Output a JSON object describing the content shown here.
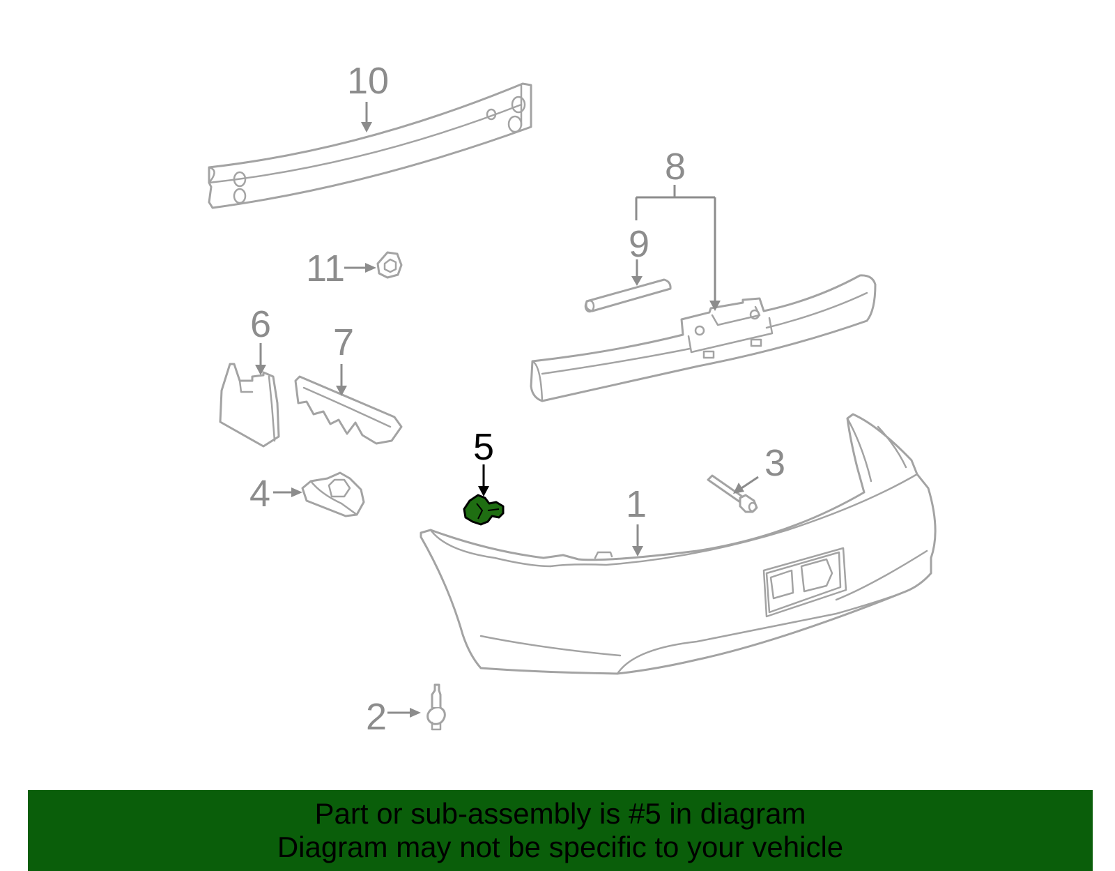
{
  "callouts": {
    "c1": "1",
    "c2": "2",
    "c3": "3",
    "c4": "4",
    "c5": "5",
    "c6": "6",
    "c7": "7",
    "c8": "8",
    "c9": "9",
    "c10": "10",
    "c11": "11"
  },
  "highlight": {
    "part_number": "5",
    "color": "#1f6e12"
  },
  "colors": {
    "part_outline": "#a3a3a3",
    "callout_gray": "#8c8c8c",
    "banner_green": "#0a5e0a"
  },
  "footer": {
    "line1": "Part or sub-assembly is #5 in diagram",
    "line2": "Diagram may not be specific to your vehicle"
  }
}
